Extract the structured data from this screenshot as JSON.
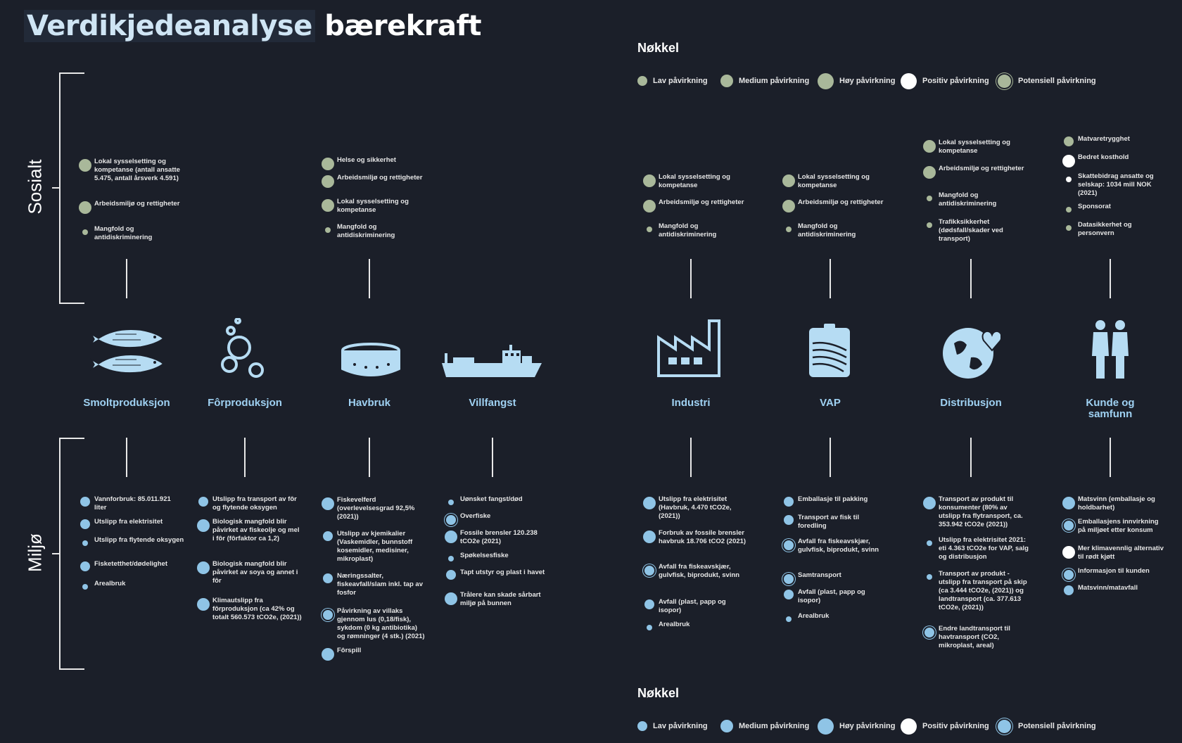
{
  "title": {
    "part1": "Verdikjedeanalyse",
    "part2": "bærekraft"
  },
  "sections": {
    "social": "Sosialt",
    "environment": "Miljø"
  },
  "legend_top": {
    "title": "Nøkkel",
    "items": [
      "Lav påvirkning",
      "Medium påvirkning",
      "Høy påvirkning",
      "Positiv påvirkning",
      "Potensiell påvirkning"
    ]
  },
  "legend_bottom": {
    "title": "Nøkkel",
    "items": [
      "Lav påvirkning",
      "Medium påvirkning",
      "Høy påvirkning",
      "Positiv påvirkning",
      "Potensiell påvirkning"
    ]
  },
  "colors": {
    "social": "#a9b89a",
    "environment": "#8fc4e6",
    "positive": "#ffffff",
    "background": "#1b1f29",
    "label": "#9fd1f2"
  },
  "stages": [
    {
      "label": "Smoltproduksjon",
      "icon": "fish-icon"
    },
    {
      "label": "Fôrproduksjon",
      "icon": "bubbles-icon"
    },
    {
      "label": "Havbruk",
      "icon": "fish-pen-icon"
    },
    {
      "label": "Villfangst",
      "icon": "fishing-vessel-icon"
    },
    {
      "label": "Industri",
      "icon": "factory-icon"
    },
    {
      "label": "VAP",
      "icon": "package-icon"
    },
    {
      "label": "Distribusjon",
      "icon": "globe-heart-icon"
    },
    {
      "label": "Kunde og samfunn",
      "icon": "people-icon"
    }
  ],
  "social": [
    {
      "stage": "Smoltproduksjon",
      "items": [
        {
          "text": "Lokal sysselsetting og kompetanse (antall ansatte 5.475, antall årsverk 4.591)",
          "impact": "high"
        },
        {
          "text": "Arbeidsmiljø og rettigheter",
          "impact": "high"
        },
        {
          "text": "Mangfold og antidiskriminering",
          "impact": "low"
        }
      ]
    },
    {
      "stage": "Havbruk",
      "items": [
        {
          "text": "Helse og sikkerhet",
          "impact": "high"
        },
        {
          "text": "Arbeidsmiljø og rettigheter",
          "impact": "high"
        },
        {
          "text": "Lokal sysselsetting og kompetanse",
          "impact": "high"
        },
        {
          "text": "Mangfold og antidiskriminering",
          "impact": "low"
        }
      ]
    },
    {
      "stage": "Industri",
      "items": [
        {
          "text": "Lokal sysselsetting og kompetanse",
          "impact": "high"
        },
        {
          "text": "Arbeidsmiljø og rettigheter",
          "impact": "high"
        },
        {
          "text": "Mangfold og antidiskriminering",
          "impact": "low"
        }
      ]
    },
    {
      "stage": "VAP",
      "items": [
        {
          "text": "Lokal sysselsetting og kompetanse",
          "impact": "high"
        },
        {
          "text": "Arbeidsmiljø og rettigheter",
          "impact": "high"
        },
        {
          "text": "Mangfold og antidiskriminering",
          "impact": "low"
        }
      ]
    },
    {
      "stage": "Distribusjon",
      "items": [
        {
          "text": "Lokal sysselsetting og kompetanse",
          "impact": "high"
        },
        {
          "text": "Arbeidsmiljø og rettigheter",
          "impact": "high"
        },
        {
          "text": "Mangfold og antidiskriminering",
          "impact": "low"
        },
        {
          "text": "Trafikksikkerhet (dødsfall/skader ved transport)",
          "impact": "low"
        }
      ]
    },
    {
      "stage": "Kunde og samfunn",
      "items": [
        {
          "text": "Matvaretrygghet",
          "impact": "medium"
        },
        {
          "text": "Bedret kosthold",
          "impact": "positive"
        },
        {
          "text": "Skattebidrag ansatte og selskap: 1034 mill NOK (2021)",
          "impact": "positive-low"
        },
        {
          "text": "Sponsorat",
          "impact": "low"
        },
        {
          "text": "Datasikkerhet og personvern",
          "impact": "low"
        }
      ]
    }
  ],
  "environment": [
    {
      "stage": "Smoltproduksjon",
      "items": [
        {
          "text": "Vannforbruk: 85.011.921 liter",
          "impact": "medium"
        },
        {
          "text": "Utslipp fra elektrisitet",
          "impact": "medium"
        },
        {
          "text": "Utslipp fra flytende oksygen",
          "impact": "low"
        },
        {
          "text": "Fisketetthet/dødelighet",
          "impact": "medium"
        },
        {
          "text": "Arealbruk",
          "impact": "low"
        }
      ]
    },
    {
      "stage": "Fôrproduksjon",
      "items": [
        {
          "text": "Utslipp fra transport av fôr og flytende oksygen",
          "impact": "medium"
        },
        {
          "text": "Biologisk mangfold blir påvirket av fiskeolje og mel i fôr (fôrfaktor ca 1,2)",
          "impact": "high"
        },
        {
          "text": "Biologisk mangfold blir påvirket av soya og annet i fôr",
          "impact": "high"
        },
        {
          "text": "Klimautslipp fra fôrproduksjon (ca 42% og totalt 560.573 tCO2e, (2021))",
          "impact": "high"
        }
      ]
    },
    {
      "stage": "Havbruk",
      "items": [
        {
          "text": "Fiskevelferd (overlevelsesgrad 92,5% (2021))",
          "impact": "high"
        },
        {
          "text": "Utslipp av kjemikalier (Vaskemidler, bunnstoff kosemidler, medisiner, mikroplast)",
          "impact": "medium"
        },
        {
          "text": "Næringssalter, fiskeavfall/slam inkl. tap av fosfor",
          "impact": "medium"
        },
        {
          "text": "Påvirkning av villaks gjennom lus (0,18/fisk), sykdom (0 kg antibiotika) og rømninger (4 stk.) (2021)",
          "impact": "potential"
        },
        {
          "text": "Fôrspill",
          "impact": "high"
        }
      ]
    },
    {
      "stage": "Villfangst",
      "items": [
        {
          "text": "Uønsket fangst/død",
          "impact": "low"
        },
        {
          "text": "Overfiske",
          "impact": "potential"
        },
        {
          "text": "Fossile brensler 120.238 tCO2e (2021)",
          "impact": "high"
        },
        {
          "text": "Spøkelsesfiske",
          "impact": "low"
        },
        {
          "text": "Tapt utstyr og plast i havet",
          "impact": "medium"
        },
        {
          "text": "Trålere kan skade sårbart miljø på bunnen",
          "impact": "high"
        }
      ]
    },
    {
      "stage": "Industri",
      "items": [
        {
          "text": "Utslipp fra elektrisitet (Havbruk, 4.470 tCO2e, (2021))",
          "impact": "high"
        },
        {
          "text": "Forbruk av fossile brensler havbruk 18.706 tCO2 (2021)",
          "impact": "high"
        },
        {
          "text": "Avfall fra fiskeavskjær, gulvfisk, biprodukt, svinn",
          "impact": "potential"
        },
        {
          "text": "Avfall (plast, papp og isopor)",
          "impact": "medium"
        },
        {
          "text": "Arealbruk",
          "impact": "low"
        }
      ]
    },
    {
      "stage": "VAP",
      "items": [
        {
          "text": "Emballasje til pakking",
          "impact": "medium"
        },
        {
          "text": "Transport av fisk til foredling",
          "impact": "medium"
        },
        {
          "text": "Avfall fra fiskeavskjær, gulvfisk, biprodukt, svinn",
          "impact": "potential"
        },
        {
          "text": "Samtransport",
          "impact": "potential"
        },
        {
          "text": "Avfall (plast, papp og isopor)",
          "impact": "medium"
        },
        {
          "text": "Arealbruk",
          "impact": "low"
        }
      ]
    },
    {
      "stage": "Distribusjon",
      "items": [
        {
          "text": "Transport av produkt til konsumenter (80% av utslipp fra flytransport, ca. 353.942 tCO2e (2021))",
          "impact": "high"
        },
        {
          "text": "Utslipp fra elektrisitet 2021: eti 4.363 tCO2e for VAP, salg og distribusjon",
          "impact": "low"
        },
        {
          "text": "Transport av produkt - utslipp fra transport på skip (ca 3.444 tCO2e, (2021)) og landtransport (ca. 377.613 tCO2e, (2021))",
          "impact": "low"
        },
        {
          "text": "Endre landtransport til havtransport (CO2, mikroplast, areal)",
          "impact": "potential"
        }
      ]
    },
    {
      "stage": "Kunde og samfunn",
      "items": [
        {
          "text": "Matsvinn (emballasje og holdbarhet)",
          "impact": "high"
        },
        {
          "text": "Emballasjens innvirkning på miljøet etter konsum",
          "impact": "potential"
        },
        {
          "text": "Mer klimavennlig alternativ til rødt kjøtt",
          "impact": "positive"
        },
        {
          "text": "Informasjon til kunden",
          "impact": "potential"
        },
        {
          "text": "Matsvinn/matavfall",
          "impact": "medium"
        }
      ]
    }
  ]
}
